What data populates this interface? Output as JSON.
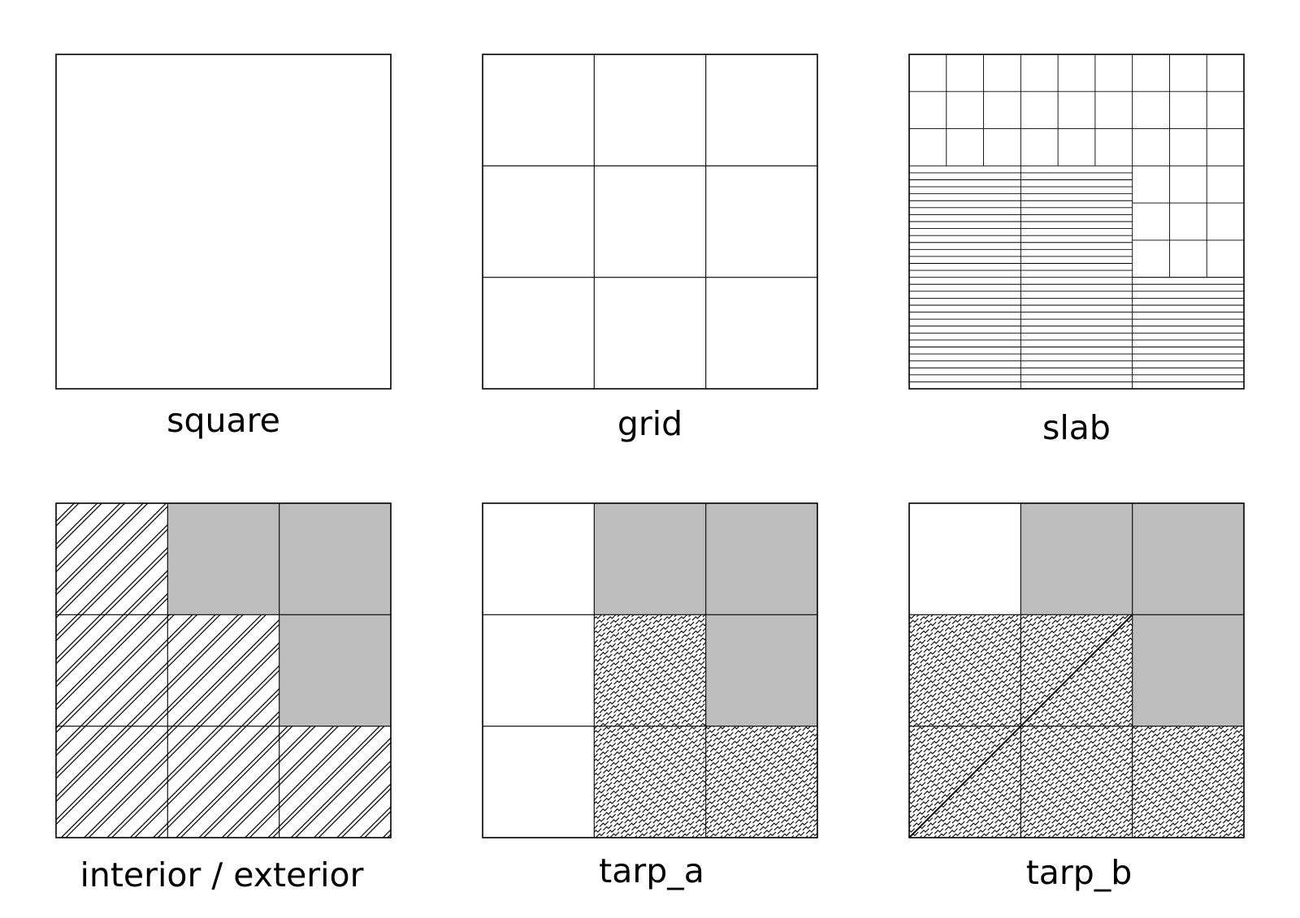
{
  "panels": [
    {
      "id": "square",
      "caption": "square"
    },
    {
      "id": "grid",
      "caption": "grid"
    },
    {
      "id": "slab",
      "caption": "slab"
    },
    {
      "id": "interior-exterior",
      "caption": "interior / exterior"
    },
    {
      "id": "tarp-a",
      "caption": "tarp_a"
    },
    {
      "id": "tarp-b",
      "caption": "tarp_b"
    }
  ],
  "colors": {
    "line": "#000000",
    "shade": "#bdbdbd",
    "background": "#ffffff"
  }
}
